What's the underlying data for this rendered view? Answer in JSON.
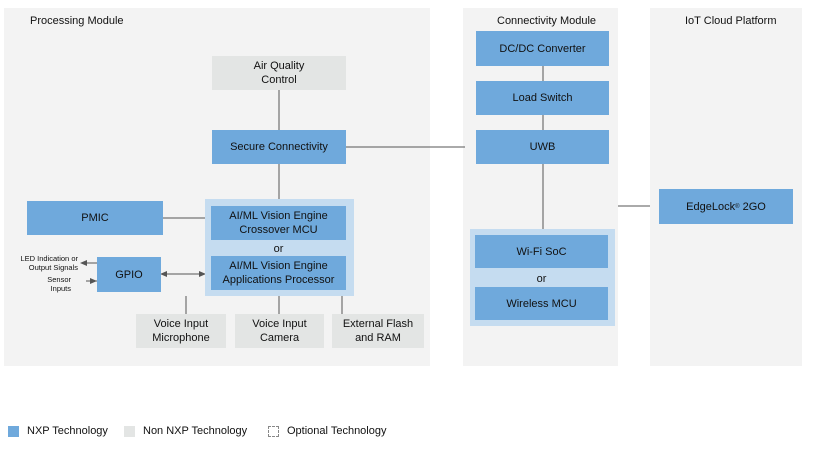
{
  "panels": {
    "processing": "Processing Module",
    "connectivity": "Connectivity Module",
    "cloud": "IoT Cloud Platform"
  },
  "processing": {
    "air_quality": "Air Quality Control",
    "secure_connectivity": "Secure Connectivity",
    "pmic": "PMIC",
    "gpio": "GPIO",
    "crossover_mcu": "AI/ML Vision Engine Crossover MCU",
    "or_label": "or",
    "apps_processor": "AI/ML Vision Engine Applications Processor",
    "voice_mic": "Voice Input Microphone",
    "voice_cam": "Voice Input Camera",
    "ext_flash": "External Flash and RAM",
    "led_label": "LED  Indication or Output Signals",
    "sensor_label": "Sensor Inputs"
  },
  "connectivity": {
    "dcdc": "DC/DC Converter",
    "load_switch": "Load Switch",
    "uwb": "UWB",
    "wifi": "Wi-Fi SoC",
    "or_label": "or",
    "wireless_mcu": "Wireless  MCU"
  },
  "cloud": {
    "edgelock_name": "EdgeLock",
    "edgelock_reg": "®",
    "edgelock_suffix": " 2GO"
  },
  "legend": {
    "nxp": "NXP Technology",
    "non_nxp": "Non NXP Technology",
    "optional": "Optional Technology"
  },
  "colors": {
    "nxp": "#6fa9dc",
    "non_nxp": "#e3e5e4",
    "group": "#c5dcf0",
    "panel": "#f3f3f3"
  }
}
